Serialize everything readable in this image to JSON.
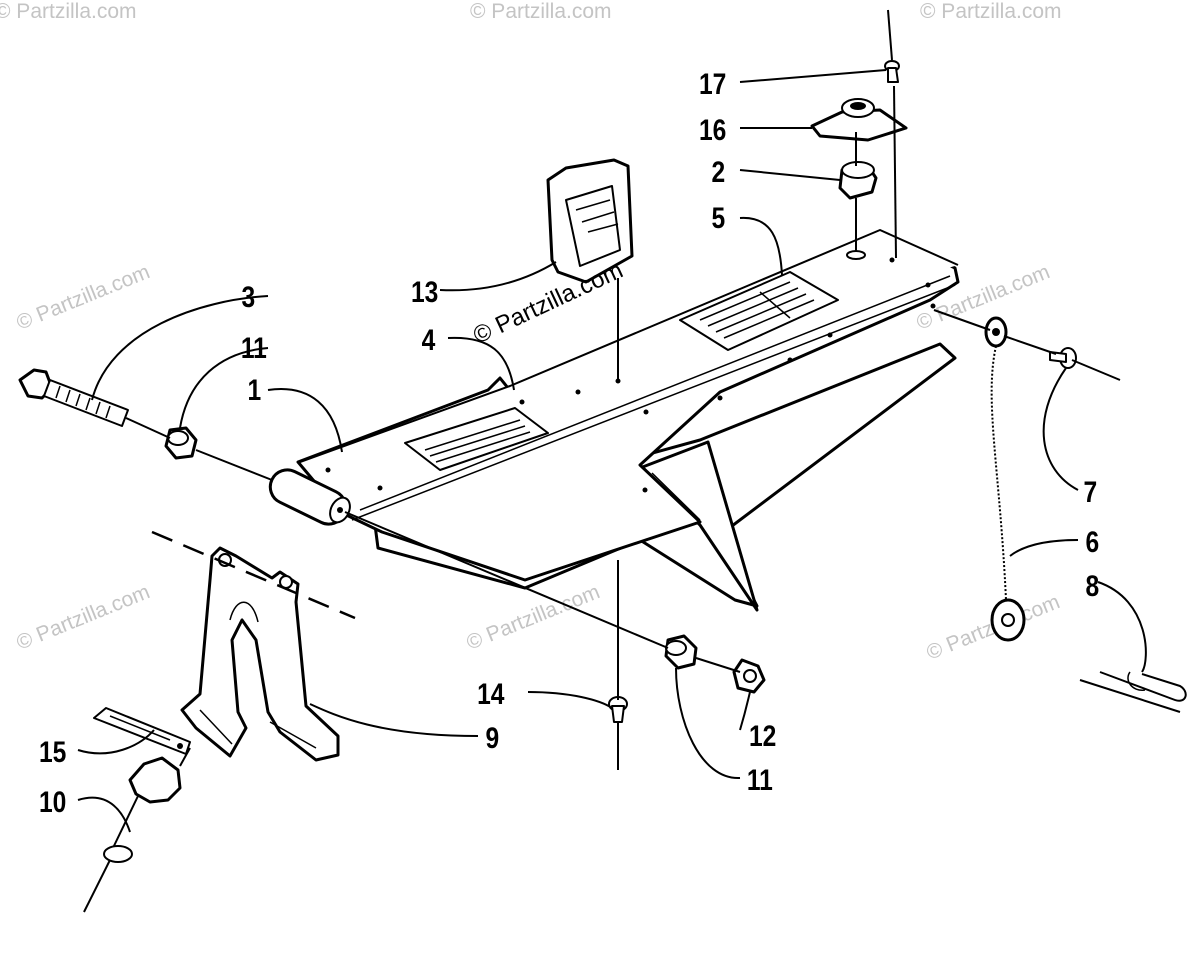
{
  "watermark": {
    "text": "© Partzilla.com",
    "main_text": "© Partzilla.com"
  },
  "callouts": {
    "c1": "1",
    "c2": "2",
    "c3": "3",
    "c4": "4",
    "c5": "5",
    "c6": "6",
    "c7": "7",
    "c8": "8",
    "c9": "9",
    "c10": "10",
    "c11a": "11",
    "c11b": "11",
    "c12": "12",
    "c13": "13",
    "c14": "14",
    "c15": "15",
    "c16": "16",
    "c17": "17"
  }
}
